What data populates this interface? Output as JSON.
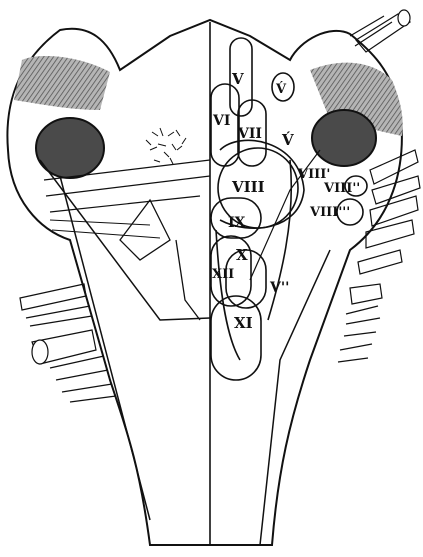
{
  "figure": {
    "labels": {
      "v_main": "V",
      "v_prime_circle": "V́",
      "v_prime": "V́",
      "vi": "VI",
      "vii": "VII",
      "viii": "VIII",
      "viii_prime": "VIII'",
      "viii_double": "VIII''",
      "viii_triple": "VIII'''",
      "ix": "IX",
      "x": "X",
      "xi": "XI",
      "xii": "XII",
      "v_double": "V''"
    },
    "colors": {
      "ink": "#111111",
      "shade": "#9a9a9a",
      "dark": "#4a4a4a",
      "paper": "#ffffff"
    }
  }
}
